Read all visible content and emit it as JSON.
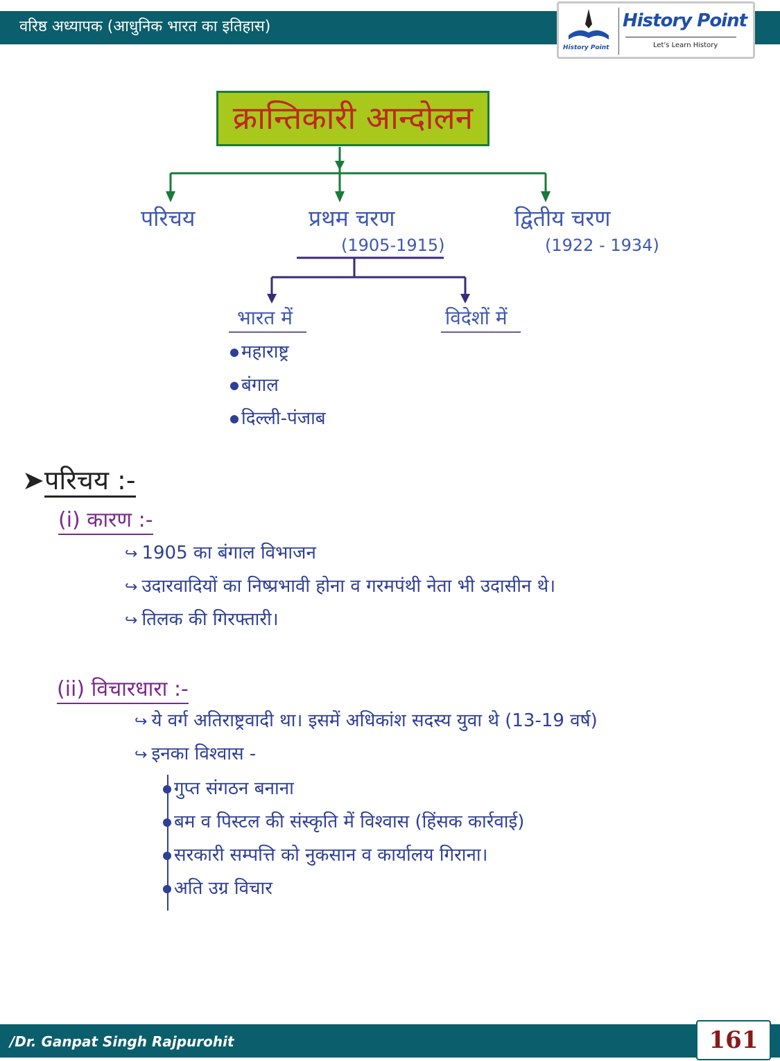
{
  "header": {
    "title": "वरिष्ठ अध्यापक (आधुनिक भारत का इतिहास)",
    "logo_name": "History Point",
    "logo_tagline": "Let's Learn History",
    "logo_small": "History Point"
  },
  "diagram": {
    "root": "क्रान्तिकारी आन्दोलन",
    "branches": [
      {
        "label": "परिचय"
      },
      {
        "label": "प्रथम चरण",
        "years": "(1905-1915)"
      },
      {
        "label": "द्वितीय चरण",
        "years": "(1922 - 1934)"
      }
    ],
    "sub_branches": [
      {
        "label": "भारत में",
        "items": [
          "महाराष्ट्र",
          "बंगाल",
          "दिल्ली-पंजाब"
        ]
      },
      {
        "label": "विदेशों में"
      }
    ]
  },
  "section": {
    "heading": "परिचय :-",
    "causes": {
      "title": "(i) कारण :-",
      "points": [
        "1905 का बंगाल विभाजन",
        "उदारवादियों का निष्प्रभावी होना व गरमपंथी नेता भी उदासीन थे।",
        "तिलक की गिरफ्तारी।"
      ]
    },
    "ideology": {
      "title": "(ii) विचारधारा :-",
      "points": [
        "ये वर्ग अतिराष्ट्रवादी था। इसमें अधिकांश सदस्य युवा थे (13-19 वर्ष)",
        "इनका विश्वास -"
      ],
      "beliefs": [
        "गुप्त संगठन बनाना",
        "बम व पिस्टल की संस्कृति में विश्वास (हिंसक कार्रवाई)",
        "सरकारी सम्पत्ति को नुकसान व कार्यालय गिराना।",
        "अति उग्र विचार"
      ]
    }
  },
  "footer": {
    "author": "/Dr. Ganpat Singh Rajpurohit",
    "page": "161"
  }
}
